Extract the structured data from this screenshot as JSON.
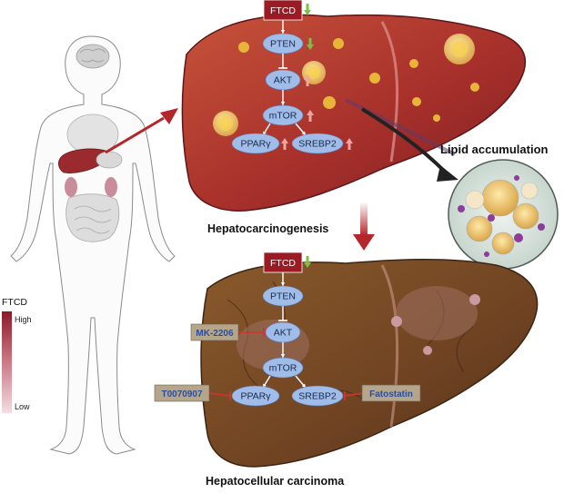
{
  "legend": {
    "title": "FTCD",
    "high_label": "High",
    "low_label": "Low",
    "gradient_colors": [
      "#8a1a2a",
      "#c7707c",
      "#f4dde2"
    ]
  },
  "captions": {
    "lipid": "Lipid accumulation",
    "hepatocarcinogenesis": "Hepatocarcinogenesis",
    "hcc": "Hepatocellular carcinoma"
  },
  "top_pathway": {
    "ftcd": "FTCD",
    "pten": "PTEN",
    "akt": "AKT",
    "mtor": "mTOR",
    "ppar": "PPARγ",
    "srebp2": "SREBP2"
  },
  "bottom_pathway": {
    "ftcd": "FTCD",
    "pten": "PTEN",
    "akt": "AKT",
    "mtor": "mTOR",
    "ppar": "PPARγ",
    "srebp2": "SREBP2"
  },
  "inhibitors": {
    "akt_inhibitor": "MK-2206",
    "ppar_inhibitor": "T0070907",
    "srebp2_inhibitor": "Fatostatin"
  },
  "colors": {
    "ftcd_box": "#9b1b24",
    "node_fill": "#9fbde8",
    "inhibitor_box": "#b5a58a",
    "down_arrow": "#7cc242",
    "up_arrow": "#f4a3a3",
    "inhibit_line": "#d6322f"
  }
}
